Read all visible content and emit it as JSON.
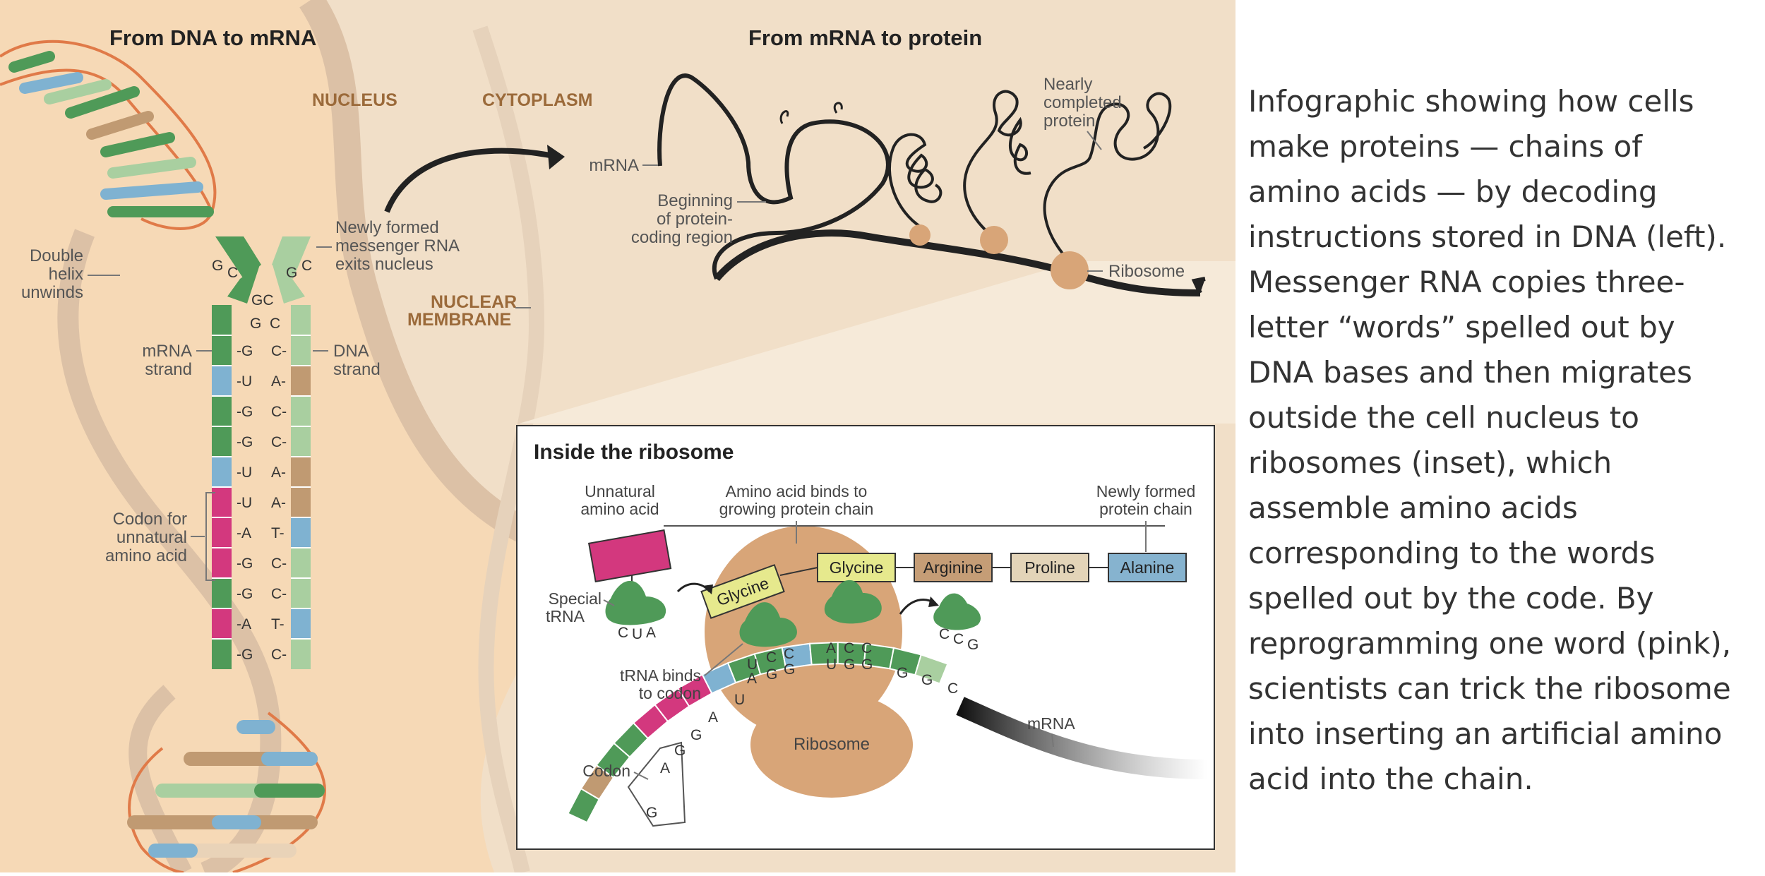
{
  "titles": {
    "left": "From DNA to mRNA",
    "right": "From mRNA to protein",
    "inset": "Inside the ribosome"
  },
  "regions": {
    "nucleus": "NUCLEUS",
    "cytoplasm": "CYTOPLASM",
    "membrane_line1": "NUCLEAR",
    "membrane_line2": "MEMBRANE"
  },
  "labels": {
    "double_helix": [
      "Double",
      "helix",
      "unwinds"
    ],
    "new_mrna": [
      "Newly formed",
      "messenger RNA",
      "exits nucleus"
    ],
    "mrna_strand": [
      "mRNA",
      "strand"
    ],
    "dna_strand": [
      "DNA",
      "strand"
    ],
    "codon_unnatural": [
      "Codon for",
      "unnatural",
      "amino acid"
    ],
    "mrna": "mRNA",
    "beginning": [
      "Beginning",
      "of protein-",
      "coding region"
    ],
    "nearly_completed": [
      "Nearly",
      "completed",
      "protein"
    ],
    "ribosome": "Ribosome"
  },
  "bases": {
    "fork_left": [
      "G",
      "C"
    ],
    "fork_right": [
      "G",
      "C"
    ],
    "fork_mid": [
      "GC",
      "G",
      "C"
    ],
    "mrna": [
      "G",
      "U",
      "G",
      "G",
      "U",
      "U",
      "A",
      "G",
      "G",
      "A",
      "G"
    ],
    "dna": [
      "C",
      "A",
      "C",
      "C",
      "A",
      "A",
      "T",
      "C",
      "C",
      "T",
      "C"
    ]
  },
  "inset": {
    "unnatural_aa": [
      "Unnatural",
      "amino acid"
    ],
    "aa_binds": [
      "Amino acid binds to",
      "growing protein chain"
    ],
    "new_chain": [
      "Newly formed",
      "protein chain"
    ],
    "special_trna": [
      "Special",
      "tRNA"
    ],
    "trna_binds": [
      "tRNA binds",
      "to codon"
    ],
    "codon": "Codon",
    "ribosome": "Ribosome",
    "mrna": "mRNA",
    "amino_acids": [
      "Glycine",
      "Glycine",
      "Arginine",
      "Proline",
      "Alanine"
    ],
    "anticodon_special": [
      "C",
      "U",
      "A"
    ],
    "anticodon_1": [
      "C",
      "C"
    ],
    "anticodon_1b": [
      "U"
    ],
    "anticodon_2": [
      "A",
      "C",
      "C"
    ],
    "anticodon_out": [
      "C",
      "C",
      "G"
    ],
    "codon_row1": [
      "A",
      "U"
    ],
    "codon_row2": [
      "C",
      "G",
      "G"
    ],
    "codon_row3": [
      "U",
      "G",
      "G"
    ],
    "strip_bases": [
      "G",
      "G",
      "C"
    ],
    "codon_letters": [
      "G",
      "A",
      "G",
      "G",
      "A",
      "U"
    ],
    "codon_box_letters": [
      "G",
      "A"
    ]
  },
  "caption": "Infographic showing how cells make proteins — chains of amino acids — by decoding instructions stored in DNA (left). Messenger RNA copies three-letter “words” spelled out by DNA bases and then migrates outside the cell nucleus to ribosomes (inset), which assemble amino acids corresponding to the words spelled out by the code. By reprogramming one word (pink), scientists can trick the ribosome into inserting an artificial amino acid into the chain.",
  "colors": {
    "panel_bg": "#f1dfc8",
    "nucleus_bg": "#f6d9b6",
    "membrane": "#dcc1a6",
    "green": "#4f9a58",
    "light_green": "#a9cfa0",
    "blue": "#7fb2d1",
    "tan": "#c09a72",
    "pink": "#d3387e",
    "ribosome": "#d8a578",
    "glycine": "#e6e98d",
    "arginine": "#c59d76",
    "proline": "#e3d4b8",
    "alanine": "#86b3cf"
  }
}
